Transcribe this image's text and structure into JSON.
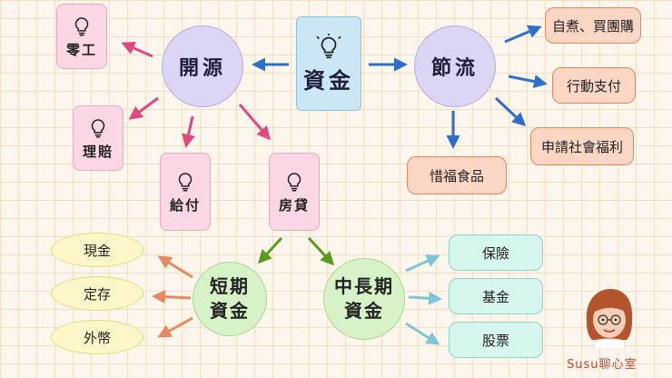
{
  "center": {
    "label": "資金"
  },
  "income": {
    "label": "開源"
  },
  "saving": {
    "label": "節流"
  },
  "short_term": {
    "label": "短期\n資金"
  },
  "mid_long_term": {
    "label": "中長期\n資金"
  },
  "income_items": [
    {
      "label": "零工",
      "icon": "lightbulb-icon"
    },
    {
      "label": "理賠",
      "icon": "lightbulb-icon"
    },
    {
      "label": "給付",
      "icon": "lightbulb-icon"
    },
    {
      "label": "房貸",
      "icon": "lightbulb-icon"
    }
  ],
  "saving_items": [
    {
      "label": "自煮、買團購"
    },
    {
      "label": "行動支付"
    },
    {
      "label": "申請社會福利"
    },
    {
      "label": "惜福食品"
    }
  ],
  "short_term_items": [
    {
      "label": "現金"
    },
    {
      "label": "定存"
    },
    {
      "label": "外幣"
    }
  ],
  "mid_long_term_items": [
    {
      "label": "保險"
    },
    {
      "label": "基金"
    },
    {
      "label": "股票"
    }
  ],
  "brand": {
    "label": "Susu聊心室",
    "icon": "avatar-icon"
  },
  "colors": {
    "blue_arrow": "#2f6fcc",
    "pink_arrow": "#e0487f",
    "green_arrow": "#5a9a1f",
    "orange_arrow": "#e58a5e",
    "teal_arrow": "#7fc4d8"
  }
}
